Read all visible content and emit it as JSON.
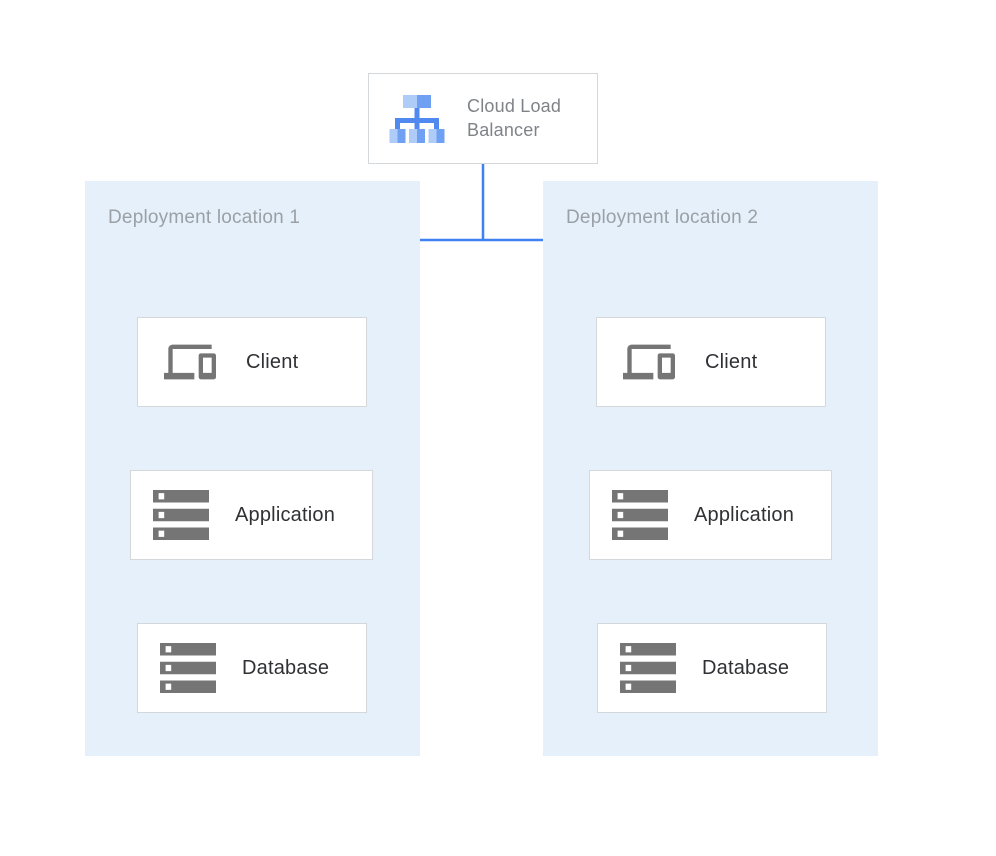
{
  "diagram": {
    "load_balancer": {
      "label": "Cloud Load Balancer",
      "icon": "cloud-load-balancer-icon"
    },
    "panels": [
      {
        "title": "Deployment location 1",
        "nodes": [
          {
            "id": "client-1",
            "label": "Client",
            "icon": "devices-icon"
          },
          {
            "id": "application-1",
            "label": "Application",
            "icon": "server-stack-icon"
          },
          {
            "id": "database-1",
            "label": "Database",
            "icon": "server-stack-icon"
          }
        ]
      },
      {
        "title": "Deployment location 2",
        "nodes": [
          {
            "id": "client-2",
            "label": "Client",
            "icon": "devices-icon"
          },
          {
            "id": "application-2",
            "label": "Application",
            "icon": "server-stack-icon"
          },
          {
            "id": "database-2",
            "label": "Database",
            "icon": "server-stack-icon"
          }
        ]
      }
    ],
    "edges": [
      {
        "from": "cloud-load-balancer",
        "to": "client-1"
      },
      {
        "from": "cloud-load-balancer",
        "to": "client-2"
      },
      {
        "from": "client-1",
        "to": "application-1"
      },
      {
        "from": "application-1",
        "to": "database-1"
      },
      {
        "from": "client-2",
        "to": "application-2"
      },
      {
        "from": "application-2",
        "to": "database-2"
      }
    ],
    "colors": {
      "panel_bg": "#E6F0FA",
      "panel_title": "#9AA0A6",
      "node_bg": "#FFFFFF",
      "node_border": "#D5D8DB",
      "node_label": "#303134",
      "lb_label": "#7F8388",
      "connector": "#3F80F2",
      "icon_gray": "#757575",
      "lb_icon_light": "#AFCBF8",
      "lb_icon_mid": "#6FA0F4",
      "lb_icon_deep": "#5089F0"
    }
  }
}
